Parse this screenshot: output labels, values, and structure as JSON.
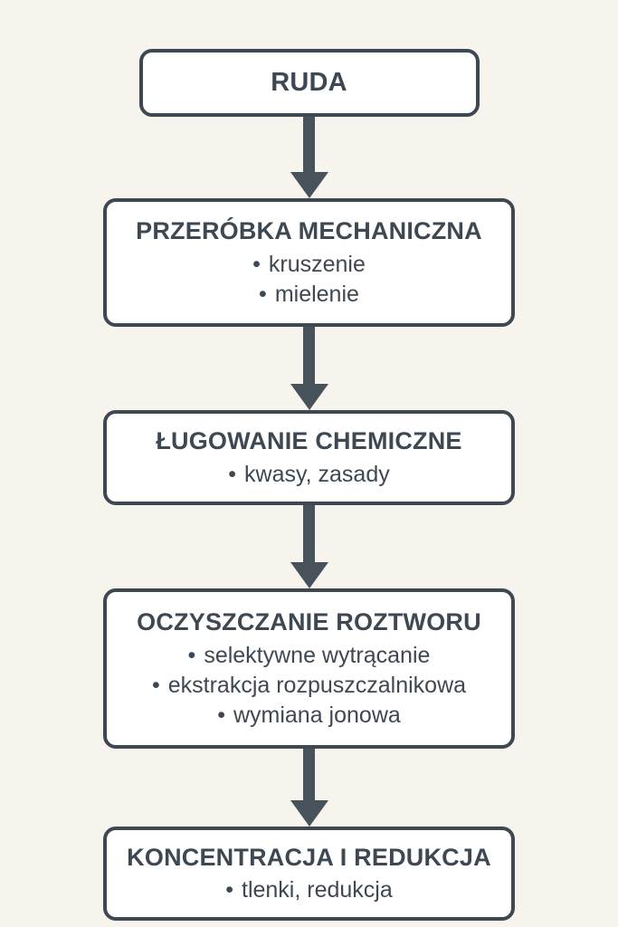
{
  "colors": {
    "background": "#f7f4ed",
    "ink": "#3e4852",
    "arrow": "#47525b",
    "box_fill": "#ffffff"
  },
  "bullet_char": "•",
  "flowchart": {
    "steps": [
      {
        "title": "RUDA",
        "items": []
      },
      {
        "title": "PRZERÓBKA MECHANICZNA",
        "items": [
          "kruszenie",
          "mielenie"
        ]
      },
      {
        "title": "ŁUGOWANIE CHEMICZNE",
        "items": [
          "kwasy, zasady"
        ]
      },
      {
        "title": "OCZYSZCZANIE ROZTWORU",
        "items": [
          "selektywne wytrącanie",
          "ekstrakcja rozpuszczalnikowa",
          "wymiana jonowa"
        ]
      },
      {
        "title": "KONCENTRACJA I REDUKCJA",
        "items": [
          "tlenki, redukcja"
        ]
      }
    ]
  }
}
